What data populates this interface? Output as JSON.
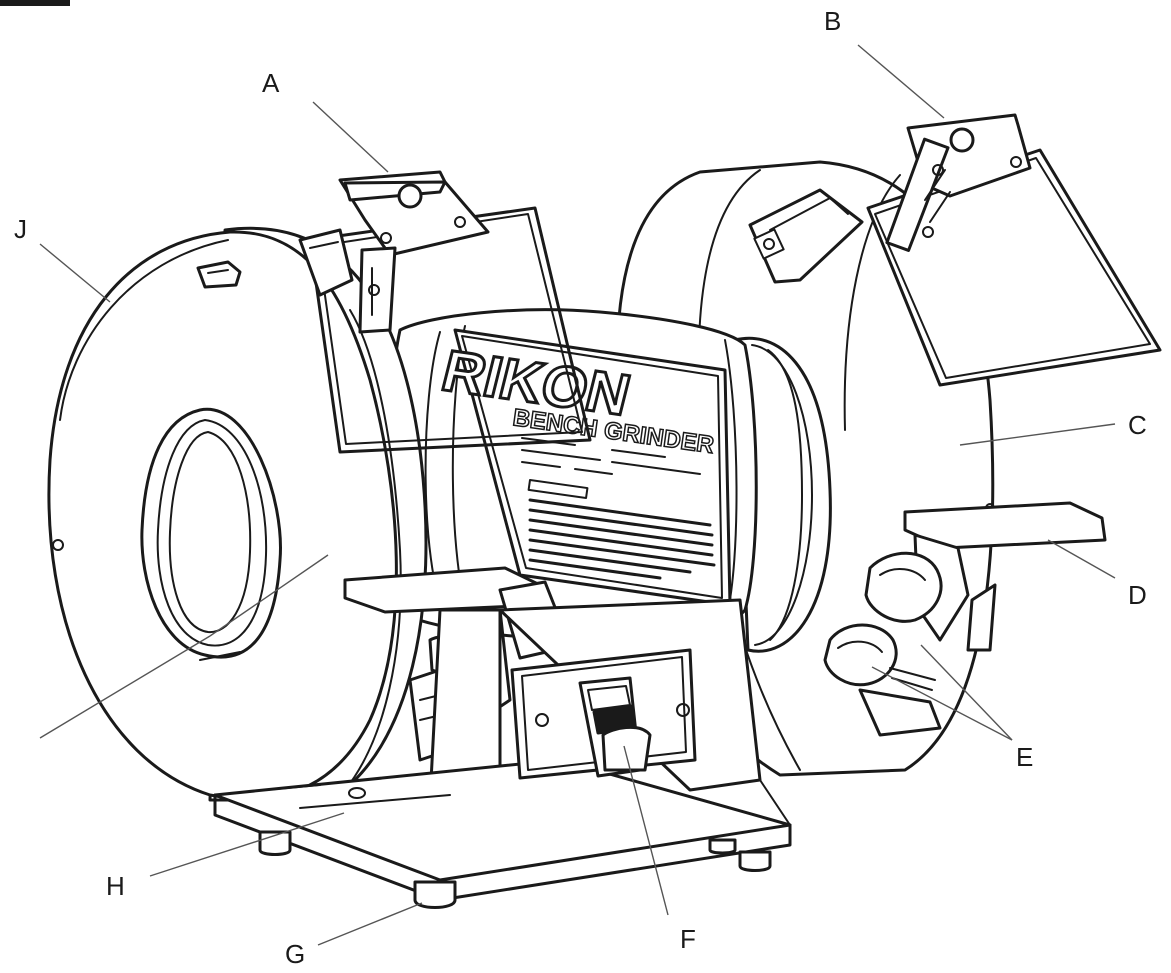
{
  "diagram": {
    "brand": "RIKON",
    "product": "BENCH GRINDER",
    "callouts": [
      {
        "id": "a",
        "label": "A"
      },
      {
        "id": "b",
        "label": "B"
      },
      {
        "id": "c",
        "label": "C"
      },
      {
        "id": "d",
        "label": "D"
      },
      {
        "id": "e",
        "label": "E"
      },
      {
        "id": "f",
        "label": "F"
      },
      {
        "id": "g",
        "label": "G"
      },
      {
        "id": "h",
        "label": "H"
      },
      {
        "id": "j",
        "label": "J"
      }
    ]
  }
}
